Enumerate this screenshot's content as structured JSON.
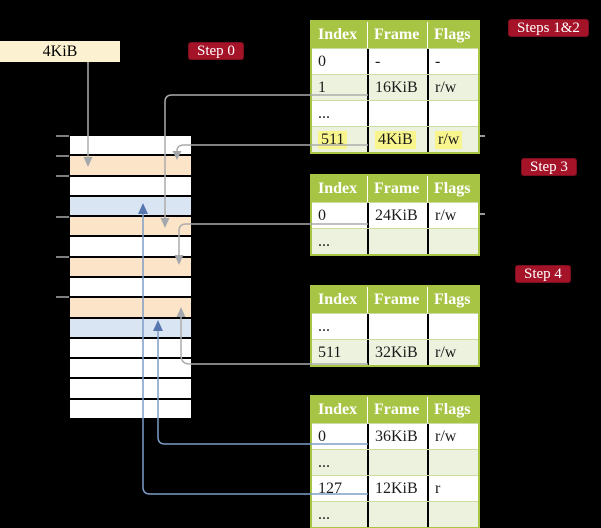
{
  "labels": {
    "frame_size": "4KiB",
    "step0": "Step 0",
    "steps12": "Steps 1&2",
    "step3": "Step 3",
    "step4": "Step 4"
  },
  "memory": {
    "rows": [
      {
        "kind": "free"
      },
      {
        "kind": "page-table"
      },
      {
        "kind": "free"
      },
      {
        "kind": "mapped"
      },
      {
        "kind": "page-table"
      },
      {
        "kind": "free"
      },
      {
        "kind": "page-table"
      },
      {
        "kind": "free"
      },
      {
        "kind": "page-table"
      },
      {
        "kind": "mapped"
      },
      {
        "kind": "free"
      },
      {
        "kind": "free"
      },
      {
        "kind": "free"
      },
      {
        "kind": "free"
      }
    ],
    "ticks_at_rows": [
      0,
      1,
      2,
      4,
      6,
      8
    ]
  },
  "tables": [
    {
      "id": "root-table-steps-1-2",
      "columns": [
        "Index",
        "Frame",
        "Flags"
      ],
      "rows": [
        {
          "cells": [
            "0",
            "-",
            "-"
          ],
          "shaded": false,
          "highlight": false
        },
        {
          "cells": [
            "1",
            "16KiB",
            "r/w"
          ],
          "shaded": true,
          "highlight": false
        },
        {
          "cells": [
            "...",
            "",
            ""
          ],
          "shaded": false,
          "highlight": false
        },
        {
          "cells": [
            "511",
            "4KiB",
            "r/w"
          ],
          "shaded": true,
          "highlight": true
        }
      ]
    },
    {
      "id": "table-step-3",
      "columns": [
        "Index",
        "Frame",
        "Flags"
      ],
      "rows": [
        {
          "cells": [
            "0",
            "24KiB",
            "r/w"
          ],
          "shaded": false,
          "highlight": false
        },
        {
          "cells": [
            "...",
            "",
            ""
          ],
          "shaded": true,
          "highlight": false
        }
      ]
    },
    {
      "id": "table-step-4",
      "columns": [
        "Index",
        "Frame",
        "Flags"
      ],
      "rows": [
        {
          "cells": [
            "...",
            "",
            ""
          ],
          "shaded": false,
          "highlight": false
        },
        {
          "cells": [
            "511",
            "32KiB",
            "r/w"
          ],
          "shaded": true,
          "highlight": false
        }
      ]
    },
    {
      "id": "leaf-table",
      "columns": [
        "Index",
        "Frame",
        "Flags"
      ],
      "rows": [
        {
          "cells": [
            "0",
            "36KiB",
            "r/w"
          ],
          "shaded": false,
          "highlight": false
        },
        {
          "cells": [
            "...",
            "",
            ""
          ],
          "shaded": true,
          "highlight": false
        },
        {
          "cells": [
            "127",
            "12KiB",
            "r"
          ],
          "shaded": false,
          "highlight": false
        },
        {
          "cells": [
            "...",
            "",
            ""
          ],
          "shaded": true,
          "highlight": false
        }
      ]
    }
  ],
  "colors": {
    "background": "#000000",
    "frame_size_box": "#FCF1D1",
    "page_table_frame": "#FCE4C9",
    "mapped_frame": "#DAE5F4",
    "free_frame": "#FFFFFF",
    "table_header": "#A7C445",
    "table_shaded_row": "#EDF2DE",
    "highlight": "#F9F58D",
    "step_label": "#A41328",
    "gray_connector": "#ACACAC",
    "blue_connector": "#7E9DC8"
  }
}
